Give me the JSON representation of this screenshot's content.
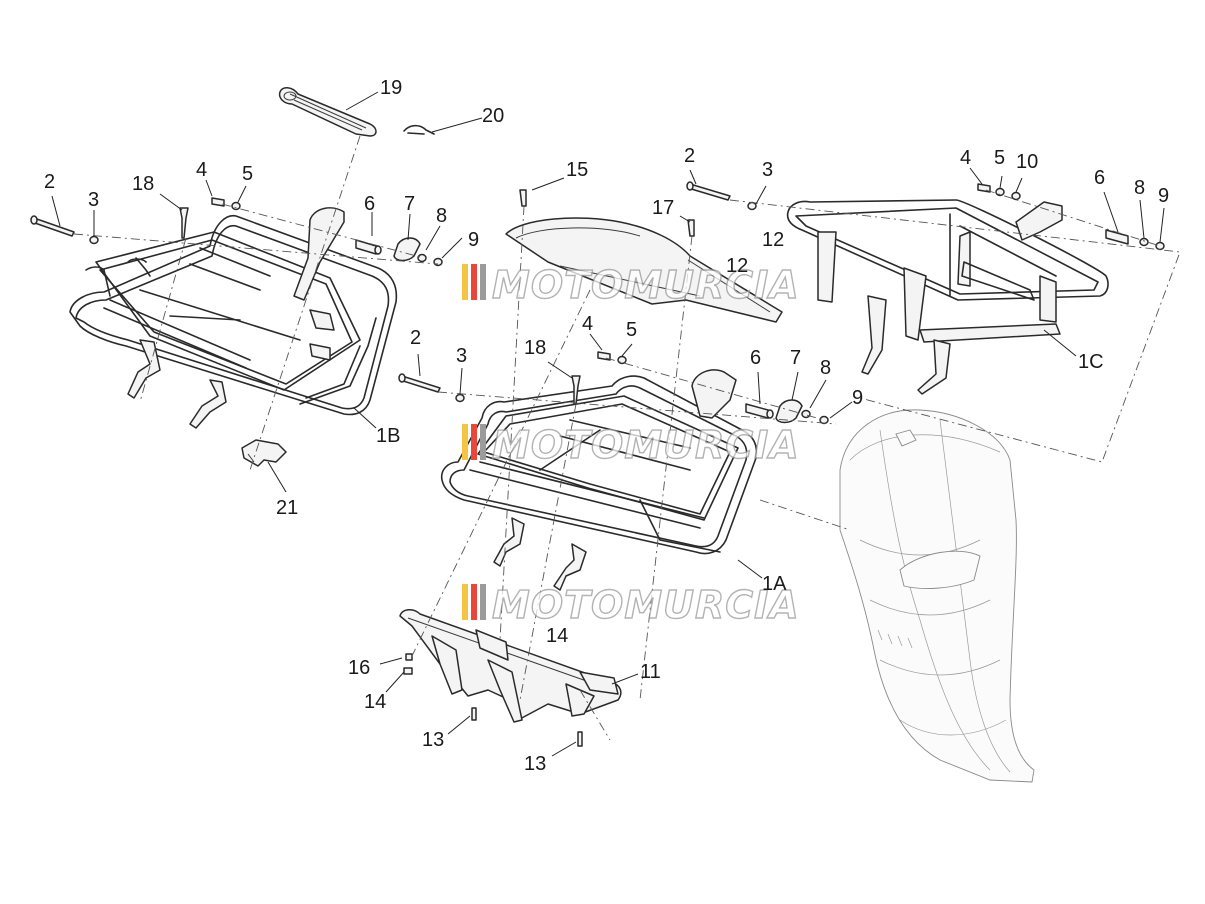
{
  "labels": {
    "l19": "19",
    "l20": "20",
    "l2a": "2",
    "l3a": "3",
    "l18a": "18",
    "l4a": "4",
    "l5a": "5",
    "l6a": "6",
    "l7a": "7",
    "l8a": "8",
    "l9a": "9",
    "l1b": "1B",
    "l21": "21",
    "l15": "15",
    "l17": "17",
    "l12a": "12",
    "l12b": "12",
    "l2b": "2",
    "l3b": "3",
    "l4b": "4",
    "l5b": "5",
    "l10": "10",
    "l6b": "6",
    "l8b": "8",
    "l9b": "9",
    "l1c": "1C",
    "l2c": "2",
    "l3c": "3",
    "l18b": "18",
    "l4c": "4",
    "l5c": "5",
    "l6c": "6",
    "l7c": "7",
    "l8c": "8",
    "l9c": "9",
    "l1a": "1A",
    "l14a": "14",
    "l16": "16",
    "l14b": "14",
    "l11": "11",
    "l13a": "13",
    "l13b": "13"
  },
  "watermark": {
    "text": "MOTOMURCIA",
    "colors": [
      "#f4c542",
      "#e8473a",
      "#9b9b9b"
    ]
  }
}
